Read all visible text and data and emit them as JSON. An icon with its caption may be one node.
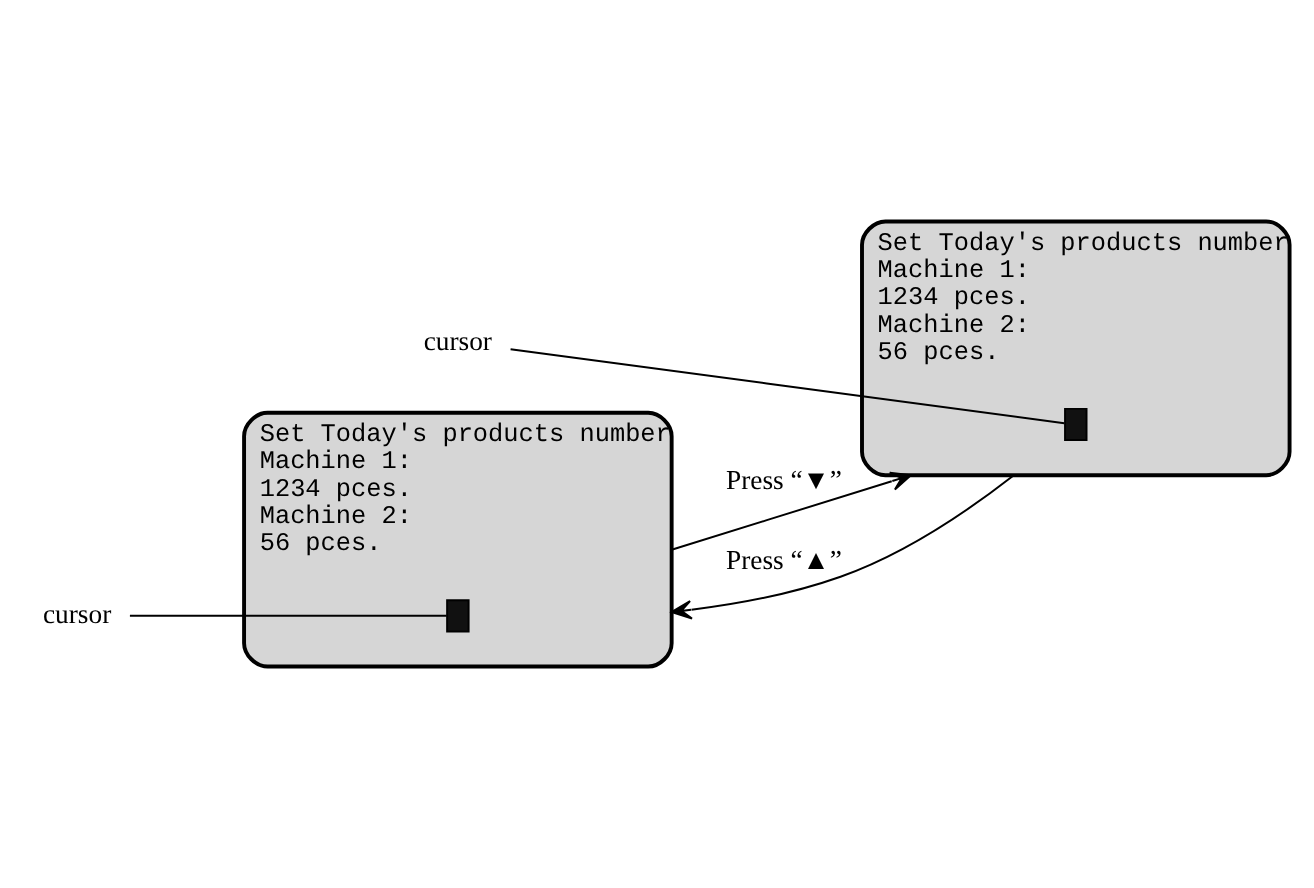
{
  "diagram": {
    "nodes": [
      {
        "text": [
          "Set Today's products number",
          "Machine 1:",
          "1234 pces.",
          "Machine 2:",
          "56 pces."
        ]
      },
      {
        "text": [],
        "shape": "box",
        "in": 0
      },
      {
        "text": [
          "Set Today's products number",
          "Machine 1:",
          "1234 pces.",
          "Machine 2:",
          "56 pces."
        ]
      },
      {
        "text": [],
        "shape": "box",
        "in": 2
      },
      {
        "text": [
          "cursor"
        ]
      },
      {
        "text": [
          "cursor"
        ]
      }
    ],
    "edges": [
      {
        "from": 0,
        "to": 2,
        "arrow": "to",
        "label": "Press “▼”"
      },
      {
        "from": 2,
        "to": 0,
        "arrow": "to",
        "label": "Press “▲”"
      },
      {
        "from": 4,
        "to": 1,
        "arrow": "none"
      },
      {
        "from": 5,
        "to": 3,
        "arrow": "none"
      }
    ]
  }
}
